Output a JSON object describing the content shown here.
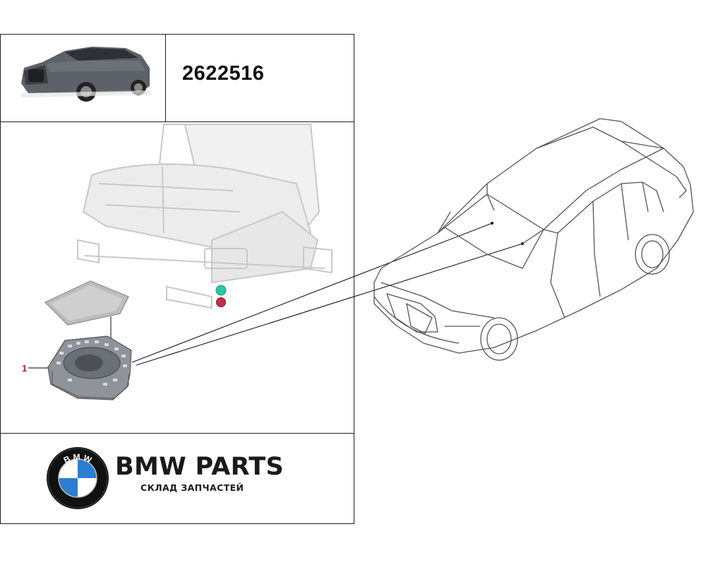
{
  "header": {
    "part_number": "2622516"
  },
  "callout": {
    "item_label": "1"
  },
  "branding": {
    "title": "BMW PARTS",
    "subtitle": "СКЛАД ЗАПЧАСТЕЙ",
    "logo_letters": "BMW"
  },
  "colors": {
    "frame_border": "#222222",
    "diagram_line": "#1a1a1a",
    "car_outline": "#555555",
    "seat_ghost": "#c8c8c8",
    "marker_green": "#2ec4a6",
    "marker_red": "#c0304a",
    "callout_red": "#d21a2a",
    "logo_blue": "#2a7fd0"
  },
  "icons": {
    "thumbnail": "car-suv-photo-icon",
    "logo": "bmw-roundel-logo-icon",
    "part": "speaker-part-icon",
    "cover": "speaker-grille-icon",
    "seat": "seat-ghost-icon",
    "vehicle": "car-outline-icon"
  }
}
